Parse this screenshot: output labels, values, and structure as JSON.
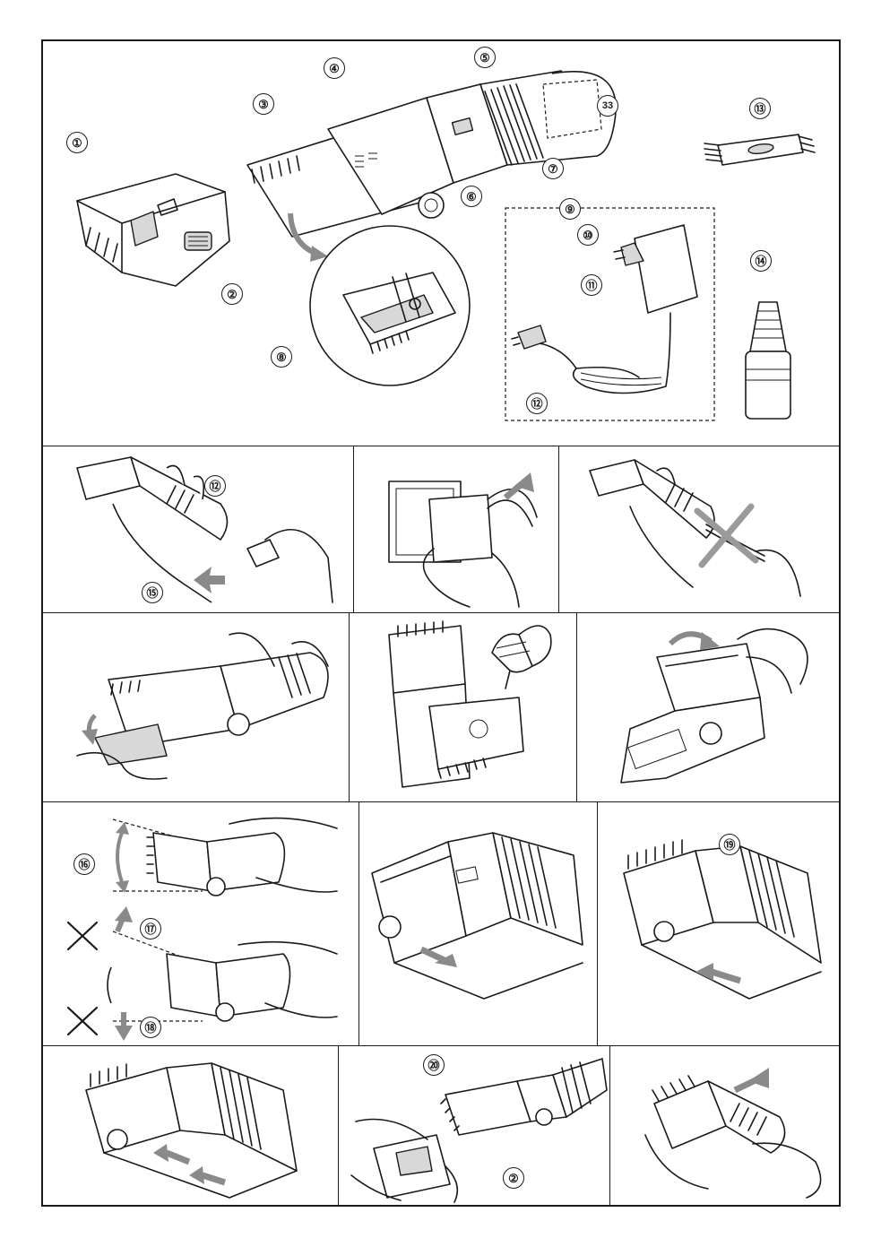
{
  "callouts": {
    "c1": "①",
    "c2": "②",
    "c3": "③",
    "c4": "④",
    "c5": "⑤",
    "c6": "⑥",
    "c7": "⑦",
    "c8": "⑧",
    "c9": "⑨",
    "c10": "⑩",
    "c11": "⑪",
    "c12": "⑫",
    "c13": "⑬",
    "c14": "⑭",
    "c33": "33",
    "p1_c12": "⑫",
    "p1_c15": "⑮",
    "p7_c16": "⑯",
    "p7_c17": "⑰",
    "p7_c18": "⑱",
    "p9_c19": "⑲",
    "p11_c20": "⑳",
    "p11_c2": "②"
  }
}
